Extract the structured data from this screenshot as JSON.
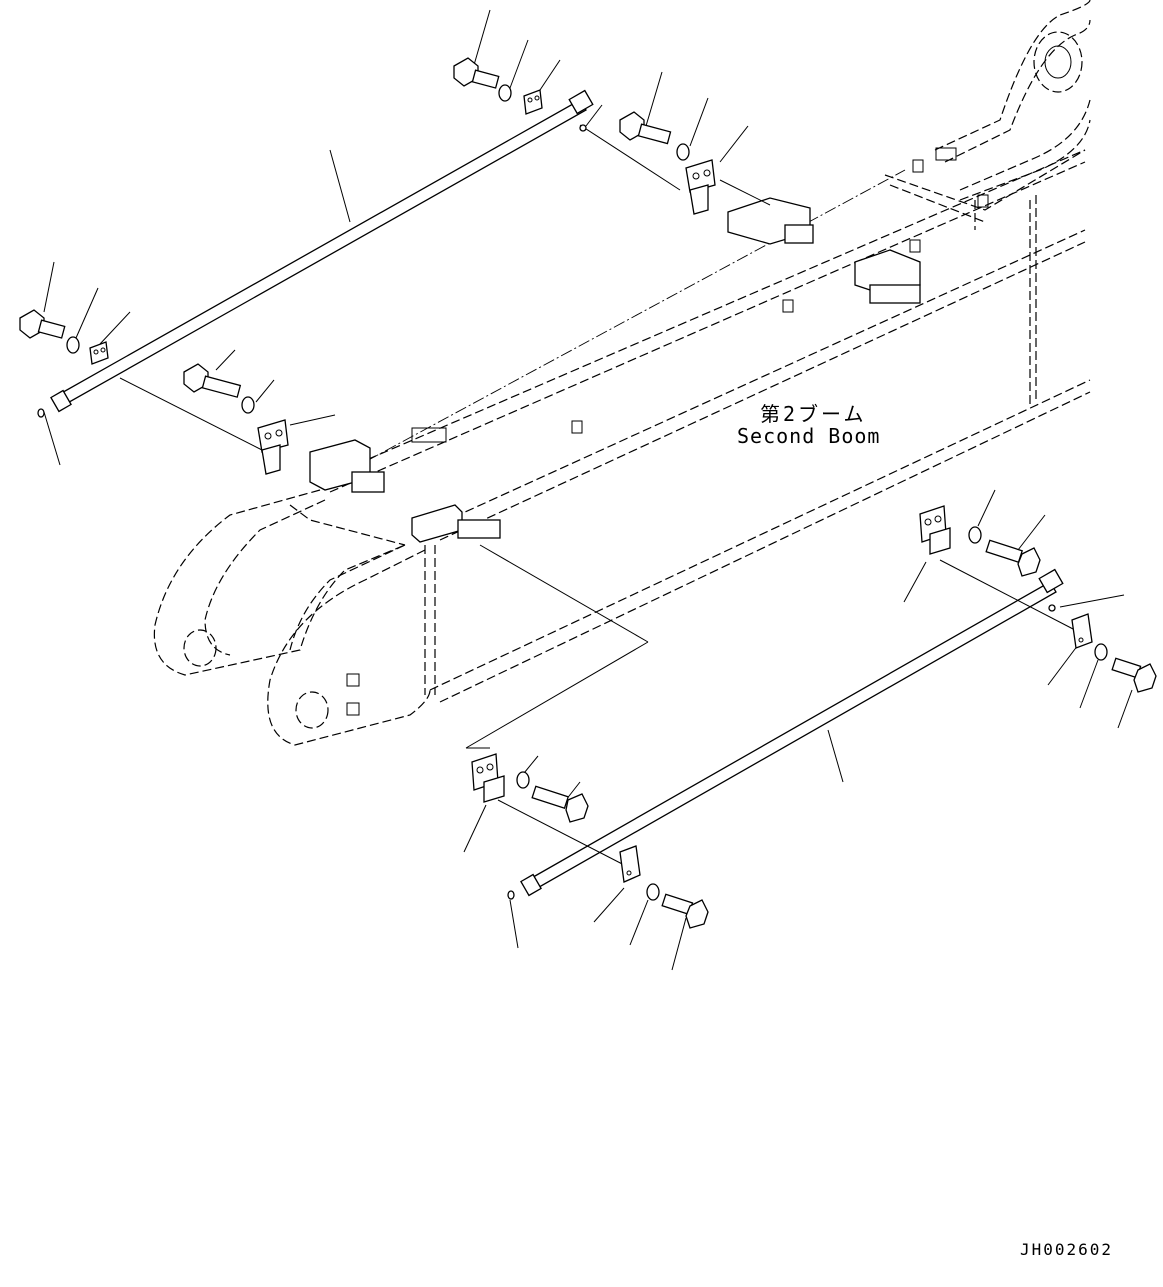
{
  "diagram": {
    "part_label_jp": "第2ブーム",
    "part_label_en": "Second Boom",
    "drawing_number": "JH002602"
  },
  "components": [
    {
      "name": "upper-hose-tube",
      "icon": "tube-icon"
    },
    {
      "name": "lower-hose-tube",
      "icon": "tube-icon"
    },
    {
      "name": "bolt",
      "icon": "bolt-icon",
      "count": 8
    },
    {
      "name": "washer",
      "icon": "washer-icon",
      "count": 8
    },
    {
      "name": "clamp-bracket",
      "icon": "bracket-icon",
      "count": 8
    },
    {
      "name": "o-ring",
      "icon": "o-ring-icon",
      "count": 4
    }
  ]
}
